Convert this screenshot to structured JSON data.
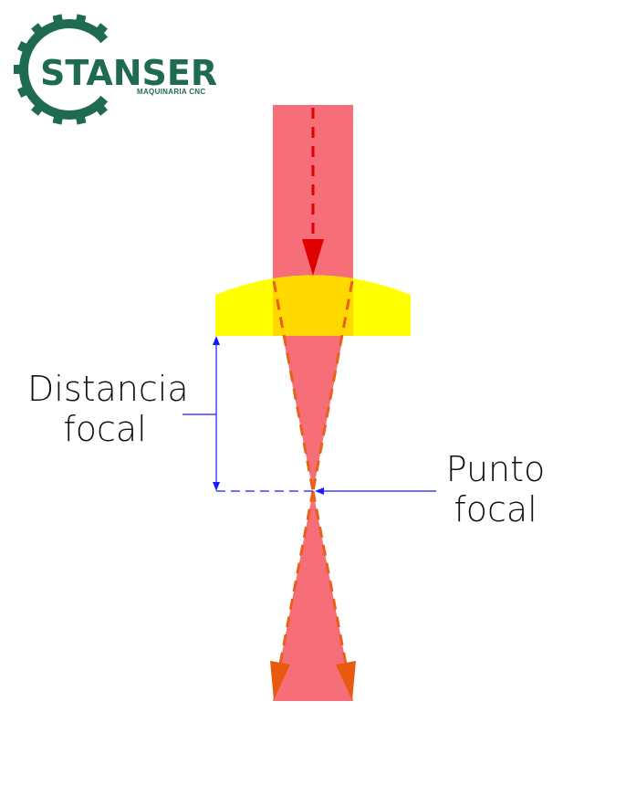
{
  "logo": {
    "name": "STANSER",
    "tagline": "MAQUINARIA CNC",
    "color": "#1f6b4f"
  },
  "labels": {
    "focal_distance": [
      "Distancia",
      "focal"
    ],
    "focal_point": [
      "Punto",
      "focal"
    ]
  },
  "colors": {
    "beam": "#f56e78",
    "lens": "#ffff00",
    "lens_overlap": "#ffd800",
    "ray_dashed": "#e8601a",
    "center_arrow": "#e00000",
    "annotation": "#1a1aff"
  }
}
